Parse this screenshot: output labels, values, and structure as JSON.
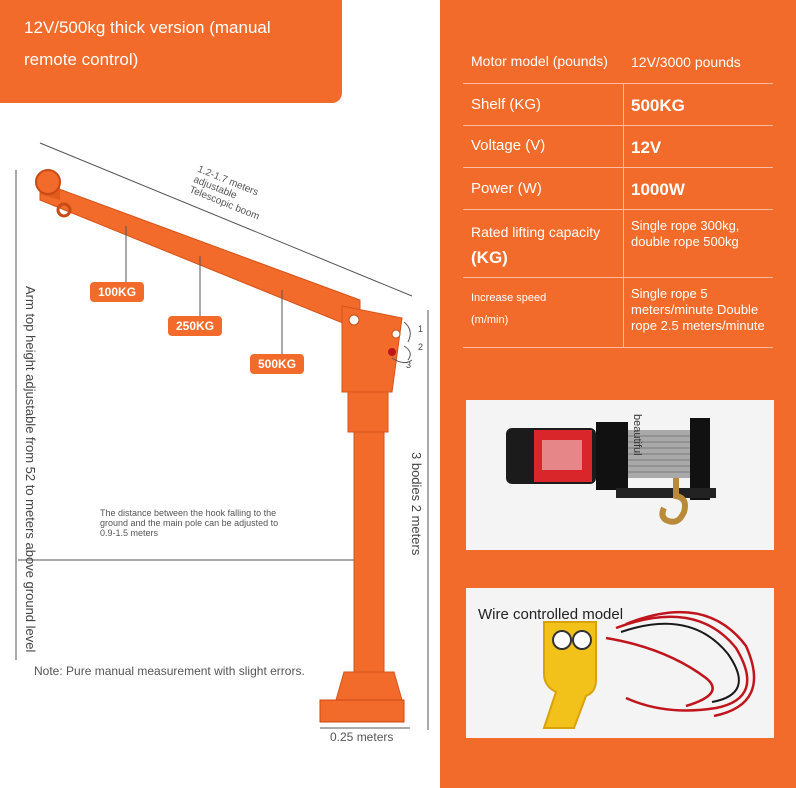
{
  "title": "12V/500kg thick version (manual remote control)",
  "specs": [
    {
      "label": "Motor model (pounds)",
      "value": "12V/3000 pounds"
    },
    {
      "label": "Shelf (KG)",
      "value": "500KG"
    },
    {
      "label": "Voltage (V)",
      "value": "12V"
    },
    {
      "label": "Power (W)",
      "value": "1000W"
    },
    {
      "label": "Rated lifting capacity",
      "label_unit": "(KG)",
      "value": "Single rope 300kg, double rope 500kg"
    },
    {
      "label": "Increase speed",
      "label_unit": "(m/min)",
      "value": "Single rope 5 meters/minute Double rope 2.5 meters/minute"
    }
  ],
  "crane": {
    "boom_label": "1.2-1.7 meters adjustable Telescopic boom",
    "load_tags": [
      "100KG",
      "250KG",
      "500KG"
    ],
    "angle_marks": [
      "1",
      "2",
      "3"
    ],
    "arm_height_label": "Arm top height adjustable from 52 to meters above ground level",
    "hook_distance_label": "The distance between the hook falling to the ground and the main pole can be adjusted to 0.9-1.5 meters",
    "bodies_label": "3 bodies 2 meters",
    "base_label": "0.25 meters",
    "note": "Note: Pure manual measurement with slight errors."
  },
  "winch": {
    "brand": "beautiful"
  },
  "remote": {
    "label": "Wire controlled model"
  },
  "colors": {
    "accent": "#f36b2a"
  }
}
